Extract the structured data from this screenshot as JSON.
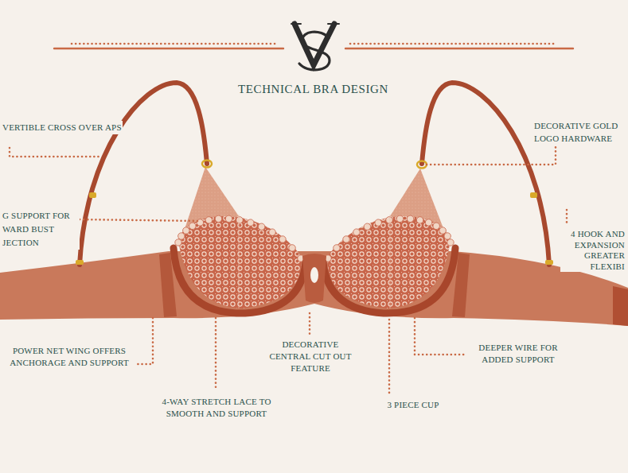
{
  "diagram": {
    "title": "TECHNICAL BRA DESIGN",
    "labels": [
      "VERTIBLE CROSS OVER APS",
      "G SUPPORT FOR WARD BUST JECTION",
      "DECORATIVE GOLD LOGO HARDWARE",
      "4 HOOK AND EXPANSION GREATER FLEXIBI",
      "POWER NET WING OFFERS ANCHORAGE AND SUPPORT",
      "4-WAY STRETCH LACE TO SMOOTH AND SUPPORT",
      "DECORATIVE CENTRAL CUT OUT FEATURE",
      "3 PIECE CUP",
      "DEEPER WIRE FOR ADDED SUPPORT"
    ]
  }
}
